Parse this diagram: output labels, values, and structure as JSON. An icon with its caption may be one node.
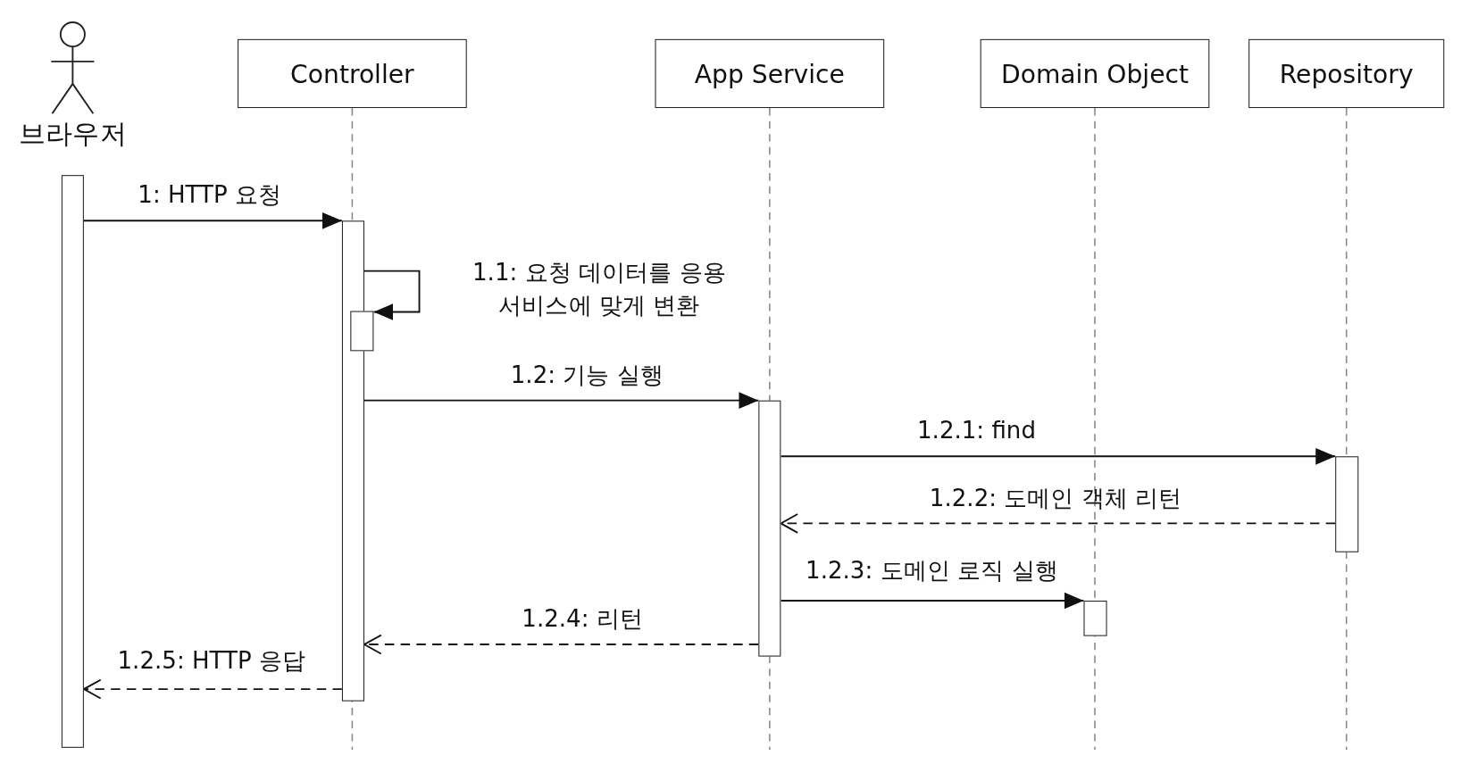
{
  "diagram": {
    "nodes": [
      {
        "text": [
          "브라우저"
        ]
      },
      {
        "text": [
          "Controller"
        ]
      },
      {
        "text": [
          "App Service"
        ]
      },
      {
        "text": [
          "Domain Object"
        ]
      },
      {
        "text": [
          "Repository"
        ]
      },
      {
        "text": [],
        "shape": "bar"
      },
      {
        "text": [],
        "shape": "bar"
      },
      {
        "text": [],
        "shape": "bar"
      },
      {
        "text": [],
        "shape": "bar"
      },
      {
        "text": [],
        "shape": "bar"
      },
      {
        "text": [],
        "shape": "bar"
      }
    ],
    "edges": [
      {
        "from": 5,
        "to": 6,
        "arrow": "to",
        "label": "1: HTTP 요청"
      },
      {
        "from": 6,
        "to": 7,
        "arrow": "to",
        "label": "1.1: 요청 데이터를 응용 서비스에 맞게 변환"
      },
      {
        "from": 6,
        "to": 8,
        "arrow": "to",
        "label": "1.2: 기능 실행"
      },
      {
        "from": 8,
        "to": 9,
        "arrow": "to",
        "label": "1.2.1: find"
      },
      {
        "from": 9,
        "to": 8,
        "arrow": "to",
        "label": "1.2.2: 도메인 객체 리턴",
        "style": "dashed"
      },
      {
        "from": 8,
        "to": 10,
        "arrow": "to",
        "label": "1.2.3: 도메인 로직 실행"
      },
      {
        "from": 8,
        "to": 6,
        "arrow": "to",
        "label": "1.2.4: 리턴",
        "style": "dashed"
      },
      {
        "from": 6,
        "to": 5,
        "arrow": "to",
        "label": "1.2.5: HTTP 응답",
        "style": "dashed"
      }
    ]
  }
}
